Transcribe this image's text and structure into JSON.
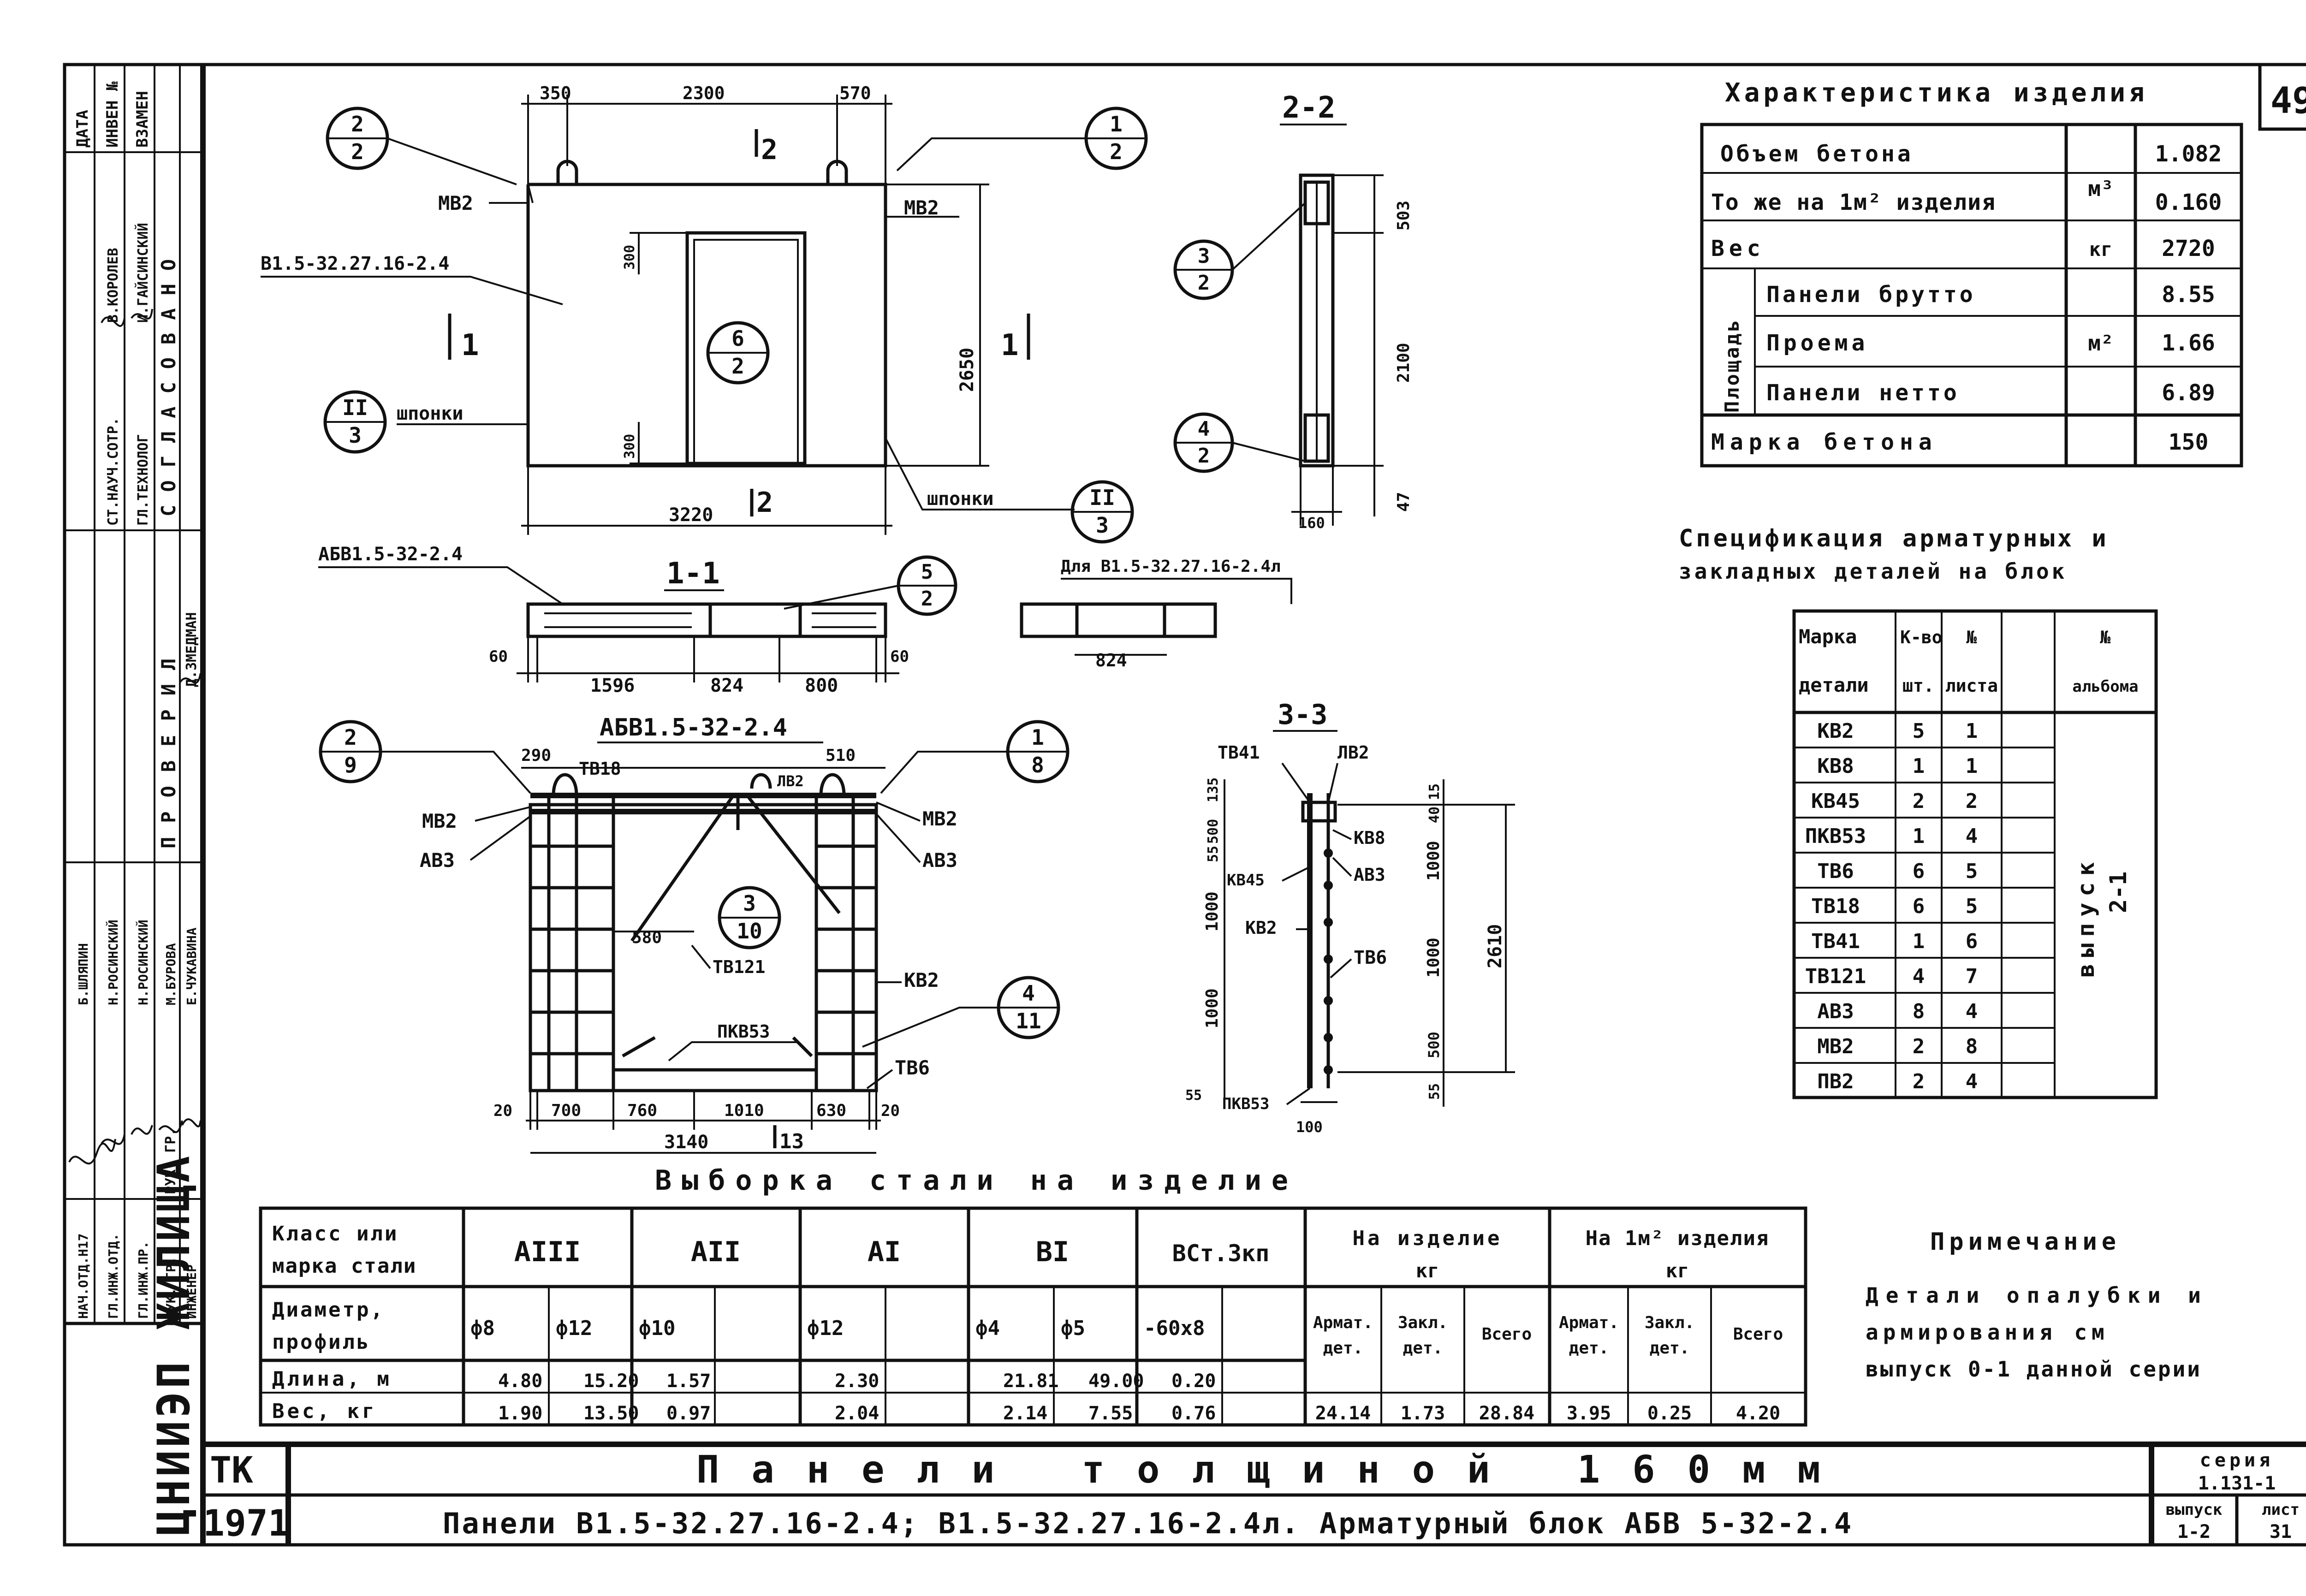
{
  "sheet_number": "49",
  "left_block": {
    "header": [
      "ДАТА",
      "ИНВЕН №",
      "ВЗАМЕН"
    ],
    "agreed": "СОГЛАСОВАНО",
    "agreed_rows": [
      {
        "role": "СТ.НАУЧ.СОТР.",
        "name": "В.КОРОЛЕВ"
      },
      {
        "role": "ГЛ.ТЕХНОЛОГ",
        "name": "И.ГАЙСИНСКИЙ"
      }
    ],
    "checked": "ПРОВЕРИЛ",
    "checked_rows": [
      {
        "role": "РУК. ГР.",
        "name": "Д.ЗМЕДМАН"
      }
    ],
    "staff": [
      {
        "role": "НАЧ.ОТД.Н17",
        "name": "Б.ШЛЯПИН"
      },
      {
        "role": "ГЛ.ИНЖ.ОТД.",
        "name": "Н.РОСИНСКИЙ"
      },
      {
        "role": "ГЛ.ИНЖ.ПР.",
        "name": "Н.РОСИНСКИЙ"
      },
      {
        "role": "РУК. ГР.",
        "name": "М.БУРОВА"
      },
      {
        "role": "ИНЖЕНЕР",
        "name": "Е.ЧУКАВИНА"
      }
    ],
    "org": "ЦНИИЭП ЖИЛИЩА"
  },
  "drawing": {
    "elevation": {
      "dims_top": [
        "350",
        "2300",
        "570"
      ],
      "dim_bottom": "3220",
      "dim_height": "2650",
      "dim_300a": "300",
      "dim_300b": "300",
      "label_panel": "В1.5-32.27.16-2.4",
      "label_mb2_left": "МВ2",
      "label_mb2_right": "МВ2",
      "label_keys_left": "шпонки",
      "label_keys_right": "шпонки",
      "section_a": "1",
      "section_b": "2",
      "callouts": [
        {
          "top": "2",
          "bottom": "2"
        },
        {
          "top": "1",
          "bottom": "2"
        },
        {
          "top": "6",
          "bottom": "2"
        },
        {
          "top": "II",
          "bottom": "3"
        },
        {
          "top": "II",
          "bottom": "3"
        }
      ]
    },
    "section_2_2": {
      "title": "2-2",
      "dims": [
        "503",
        "2100",
        "47"
      ],
      "dim_width": "160",
      "callouts": [
        {
          "top": "3",
          "bottom": "2"
        },
        {
          "top": "4",
          "bottom": "2"
        }
      ]
    },
    "section_1_1": {
      "title": "1-1",
      "label_block": "АБВ1.5-32-2.4",
      "dims": [
        "60",
        "1596",
        "824",
        "800",
        "60"
      ],
      "callout": {
        "top": "5",
        "bottom": "2"
      },
      "alt_label": "Для В1.5-32.27.16-2.4л",
      "alt_dim": "824"
    },
    "reinforcement": {
      "title": "АБВ1.5-32-2.4",
      "dims_top": [
        "290",
        "510"
      ],
      "dims_bottom": [
        "20",
        "700",
        "760",
        "1010",
        "630",
        "20"
      ],
      "dim_total": "3140",
      "dim_580": "580",
      "labels": [
        "ТВ18",
        "ЛВ2",
        "МВ2",
        "АВ3",
        "МВ2",
        "АВ3",
        "ТВ121",
        "КВ2",
        "ПКВ53",
        "ТВ6"
      ],
      "section": "13",
      "callouts": [
        {
          "top": "2",
          "bottom": "9"
        },
        {
          "top": "1",
          "bottom": "8"
        },
        {
          "top": "3",
          "bottom": "10"
        },
        {
          "top": "4",
          "bottom": "11"
        }
      ]
    },
    "section_3_3": {
      "title": "3-3",
      "labels": [
        "ТВ41",
        "ЛВ2",
        "КВ8",
        "КВ45",
        "АВ3",
        "КВ2",
        "ТВ6",
        "ПКВ53"
      ],
      "dims_left": [
        "135",
        "500",
        "55",
        "1000",
        "1000",
        "55"
      ],
      "dims_right": [
        "15",
        "40",
        "1000",
        "1000",
        "500",
        "55"
      ],
      "dim_total": "2610",
      "dim_bottom": "100"
    }
  },
  "characteristics": {
    "title": "Характеристика изделия",
    "rows": [
      {
        "label": "Объем бетона",
        "unit": "м³",
        "value": "1.082"
      },
      {
        "label": "То же на 1м² изделия",
        "unit": "",
        "value": "0.160"
      },
      {
        "label": "Вес",
        "unit": "кг",
        "value": "2720"
      }
    ],
    "area_label": "Площадь",
    "area_unit": "м²",
    "area_rows": [
      {
        "label": "Панели брутто",
        "value": "8.55"
      },
      {
        "label": "Проема",
        "value": "1.66"
      },
      {
        "label": "Панели нетто",
        "value": "6.89"
      }
    ],
    "concrete": {
      "label": "Марка бетона",
      "value": "150"
    }
  },
  "specification": {
    "title_line1": "Спецификация арматурных и",
    "title_line2": "закладных деталей на блок",
    "headers": [
      [
        "Марка",
        "детали"
      ],
      [
        "К-во",
        "шт."
      ],
      [
        "№",
        "листа"
      ],
      [
        "№",
        "альбома"
      ]
    ],
    "rows": [
      [
        "КВ2",
        "5",
        "1"
      ],
      [
        "КВ8",
        "1",
        "1"
      ],
      [
        "КВ45",
        "2",
        "2"
      ],
      [
        "ПКВ53",
        "1",
        "4"
      ],
      [
        "ТВ6",
        "6",
        "5"
      ],
      [
        "ТВ18",
        "6",
        "5"
      ],
      [
        "ТВ41",
        "1",
        "6"
      ],
      [
        "ТВ121",
        "4",
        "7"
      ],
      [
        "АВ3",
        "8",
        "4"
      ],
      [
        "МВ2",
        "2",
        "8"
      ],
      [
        "ПВ2",
        "2",
        "4"
      ]
    ],
    "album": [
      "выпуск",
      "2-1"
    ]
  },
  "steel": {
    "title": "Выборка стали на изделие",
    "head_class": [
      "Класс или",
      "марка стали"
    ],
    "classes": [
      "АIII",
      "АII",
      "АI",
      "ВI",
      "ВСт.3кп"
    ],
    "per_item": [
      "На изделие",
      "кг"
    ],
    "per_m2": [
      "На 1м² изделия",
      "кг"
    ],
    "head_diam": [
      "Диаметр,",
      "профиль"
    ],
    "diameters": [
      "ф8",
      "ф12",
      "ф10",
      "",
      "ф12",
      "",
      "ф4",
      "ф5",
      "-60х8",
      ""
    ],
    "sub": [
      [
        "Армат.",
        "дет."
      ],
      [
        "Закл.",
        "дет."
      ],
      [
        "Всего",
        ""
      ],
      [
        "Армат.",
        "дет."
      ],
      [
        "Закл.",
        "дет."
      ],
      [
        "Всего",
        ""
      ]
    ],
    "length_label": "Длина, м",
    "lengths": [
      "4.80",
      "15.20",
      "1.57",
      "",
      "2.30",
      "",
      "21.81",
      "49.00",
      "0.20",
      ""
    ],
    "weight_label": "Вес, кг",
    "weights": [
      "1.90",
      "13.50",
      "0.97",
      "",
      "2.04",
      "",
      "2.14",
      "7.55",
      "0.76",
      ""
    ],
    "totals_item": [
      "24.14",
      "1.73",
      "28.84"
    ],
    "totals_m2": [
      "3.95",
      "0.25",
      "4.20"
    ]
  },
  "note": {
    "title": "Примечание",
    "lines": [
      "Детали опалубки и",
      "армирования см",
      "выпуск 0-1 данной серии"
    ]
  },
  "title_block": {
    "code": "ТК",
    "year": "1971",
    "title": "Панели толщиной 160мм",
    "subtitle": "Панели В1.5-32.27.16-2.4; В1.5-32.27.16-2.4л. Арматурный блок АБВ 5-32-2.4",
    "series_label": "серия",
    "series": "1.131-1",
    "issue_label": "выпуск",
    "issue": "1-2",
    "sheet_label": "лист",
    "sheet": "31"
  }
}
